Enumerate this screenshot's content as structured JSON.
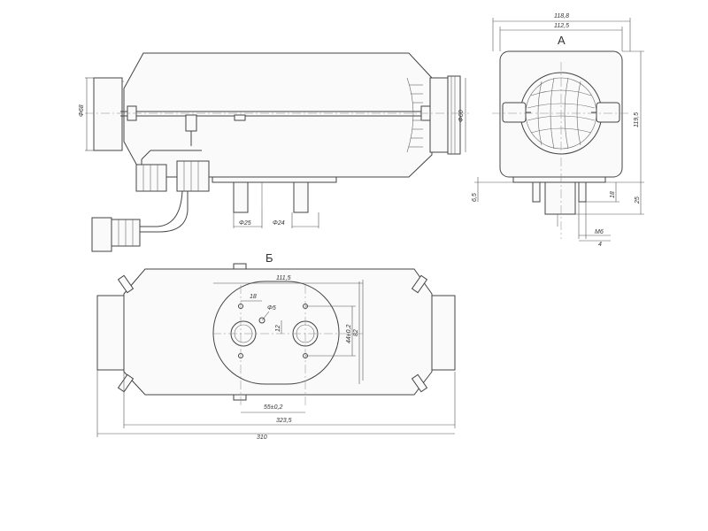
{
  "views": {
    "side_label": "А",
    "bottom_label": "Б"
  },
  "dimensions": {
    "side_end_dia": "Φ68",
    "side_outlet_dia": "Φ60",
    "side_pipe_dia_1": "Φ25",
    "side_pipe_dia_2": "Φ24",
    "end_width_outer": "118,8",
    "end_width_inner": "112,5",
    "end_height": "119,5",
    "end_left_offset": "6,5",
    "end_right_18": "18",
    "end_right_25": "25",
    "end_thread": "M6",
    "end_thread_4": "4",
    "bottom_plate_width": "111,5",
    "bottom_hole_offset": "18",
    "bottom_small_dia": "Φ5",
    "bottom_12": "12",
    "bottom_vert_tol": "44±0,2",
    "bottom_plate_height": "82",
    "bottom_horiz_tol": "55±0,2",
    "bottom_body_length": "323,5",
    "bottom_overall_length": "310"
  }
}
